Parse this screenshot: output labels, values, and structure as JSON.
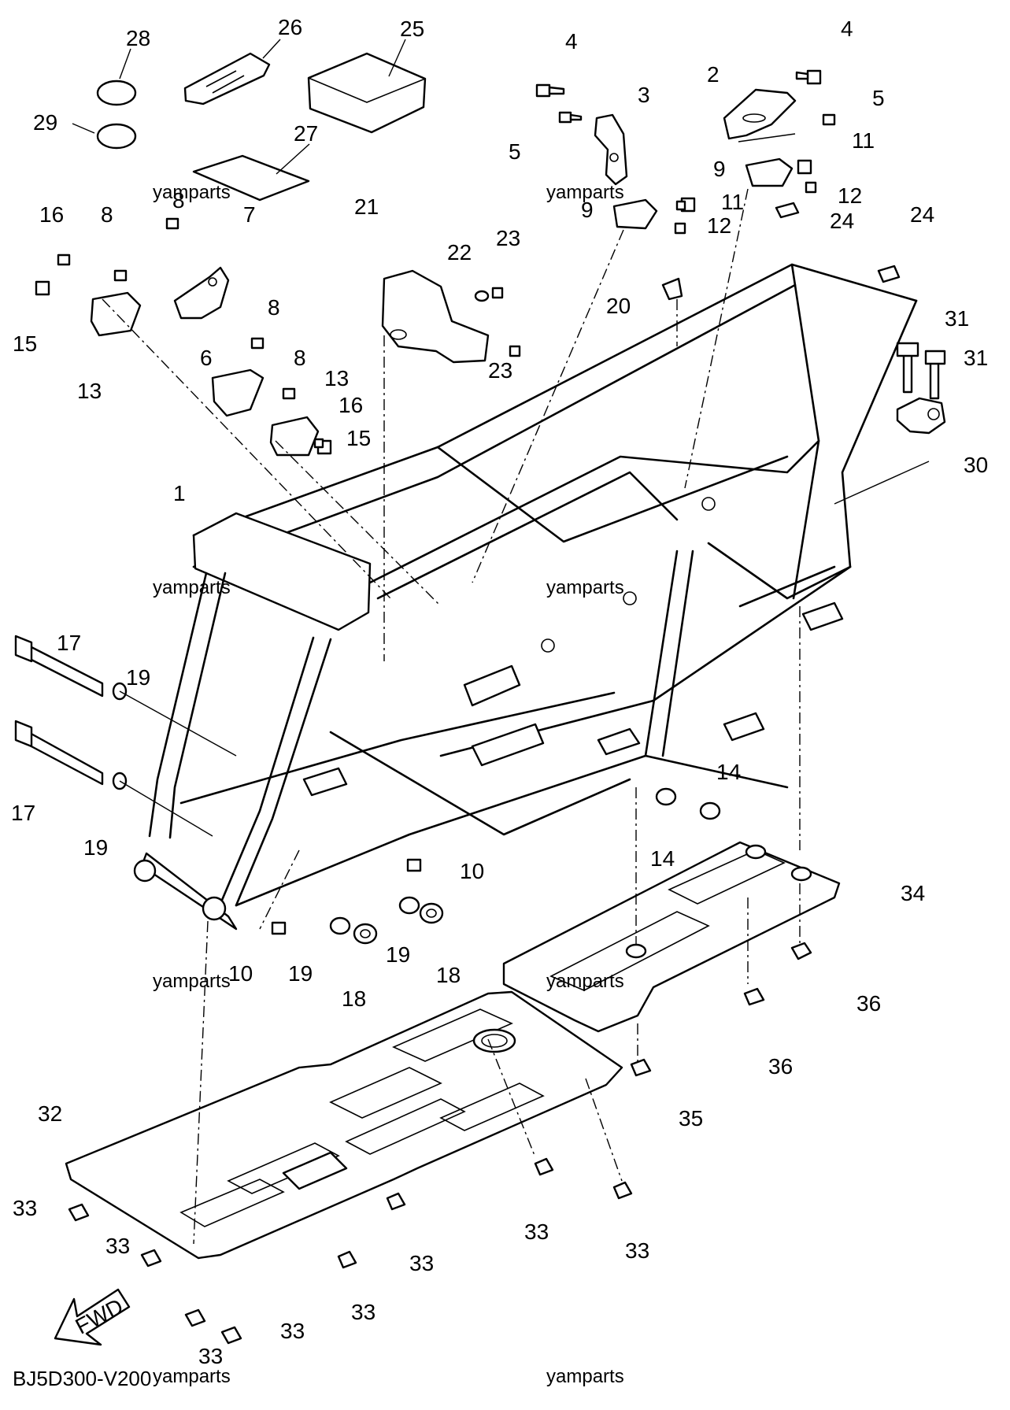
{
  "diagram": {
    "code": "BJ5D300-V200",
    "watermark": "yamparts",
    "fwd_label": "FWD",
    "callouts": [
      {
        "id": "c28",
        "text": "28"
      },
      {
        "id": "c26",
        "text": "26"
      },
      {
        "id": "c25",
        "text": "25"
      },
      {
        "id": "c29",
        "text": "29"
      },
      {
        "id": "c27",
        "text": "27"
      },
      {
        "id": "c4a",
        "text": "4"
      },
      {
        "id": "c4b",
        "text": "4"
      },
      {
        "id": "c3",
        "text": "3"
      },
      {
        "id": "c2",
        "text": "2"
      },
      {
        "id": "c5a",
        "text": "5"
      },
      {
        "id": "c5b",
        "text": "5"
      },
      {
        "id": "c11a",
        "text": "11"
      },
      {
        "id": "c11b",
        "text": "11"
      },
      {
        "id": "c9a",
        "text": "9"
      },
      {
        "id": "c9b",
        "text": "9"
      },
      {
        "id": "c12a",
        "text": "12"
      },
      {
        "id": "c12b",
        "text": "12"
      },
      {
        "id": "c24a",
        "text": "24"
      },
      {
        "id": "c24b",
        "text": "24"
      },
      {
        "id": "c16a",
        "text": "16"
      },
      {
        "id": "c8a",
        "text": "8"
      },
      {
        "id": "c8b",
        "text": "8"
      },
      {
        "id": "c7",
        "text": "7"
      },
      {
        "id": "c21",
        "text": "21"
      },
      {
        "id": "c22",
        "text": "22"
      },
      {
        "id": "c23a",
        "text": "23"
      },
      {
        "id": "c23b",
        "text": "23"
      },
      {
        "id": "c20",
        "text": "20"
      },
      {
        "id": "c15a",
        "text": "15"
      },
      {
        "id": "c13a",
        "text": "13"
      },
      {
        "id": "c8c",
        "text": "8"
      },
      {
        "id": "c8d",
        "text": "8"
      },
      {
        "id": "c6",
        "text": "6"
      },
      {
        "id": "c13b",
        "text": "13"
      },
      {
        "id": "c16b",
        "text": "16"
      },
      {
        "id": "c15b",
        "text": "15"
      },
      {
        "id": "c31a",
        "text": "31"
      },
      {
        "id": "c31b",
        "text": "31"
      },
      {
        "id": "c30",
        "text": "30"
      },
      {
        "id": "c1",
        "text": "1"
      },
      {
        "id": "c17a",
        "text": "17"
      },
      {
        "id": "c19a",
        "text": "19"
      },
      {
        "id": "c17b",
        "text": "17"
      },
      {
        "id": "c19b",
        "text": "19"
      },
      {
        "id": "c14a",
        "text": "14"
      },
      {
        "id": "c14b",
        "text": "14"
      },
      {
        "id": "c10a",
        "text": "10"
      },
      {
        "id": "c34",
        "text": "34"
      },
      {
        "id": "c10b",
        "text": "10"
      },
      {
        "id": "c19c",
        "text": "19"
      },
      {
        "id": "c19d",
        "text": "19"
      },
      {
        "id": "c18a",
        "text": "18"
      },
      {
        "id": "c18b",
        "text": "18"
      },
      {
        "id": "c36a",
        "text": "36"
      },
      {
        "id": "c36b",
        "text": "36"
      },
      {
        "id": "c35",
        "text": "35"
      },
      {
        "id": "c32",
        "text": "32"
      },
      {
        "id": "c33a",
        "text": "33"
      },
      {
        "id": "c33b",
        "text": "33"
      },
      {
        "id": "c33c",
        "text": "33"
      },
      {
        "id": "c33d",
        "text": "33"
      },
      {
        "id": "c33e",
        "text": "33"
      },
      {
        "id": "c33f",
        "text": "33"
      },
      {
        "id": "c33g",
        "text": "33"
      },
      {
        "id": "c33h",
        "text": "33"
      }
    ]
  }
}
